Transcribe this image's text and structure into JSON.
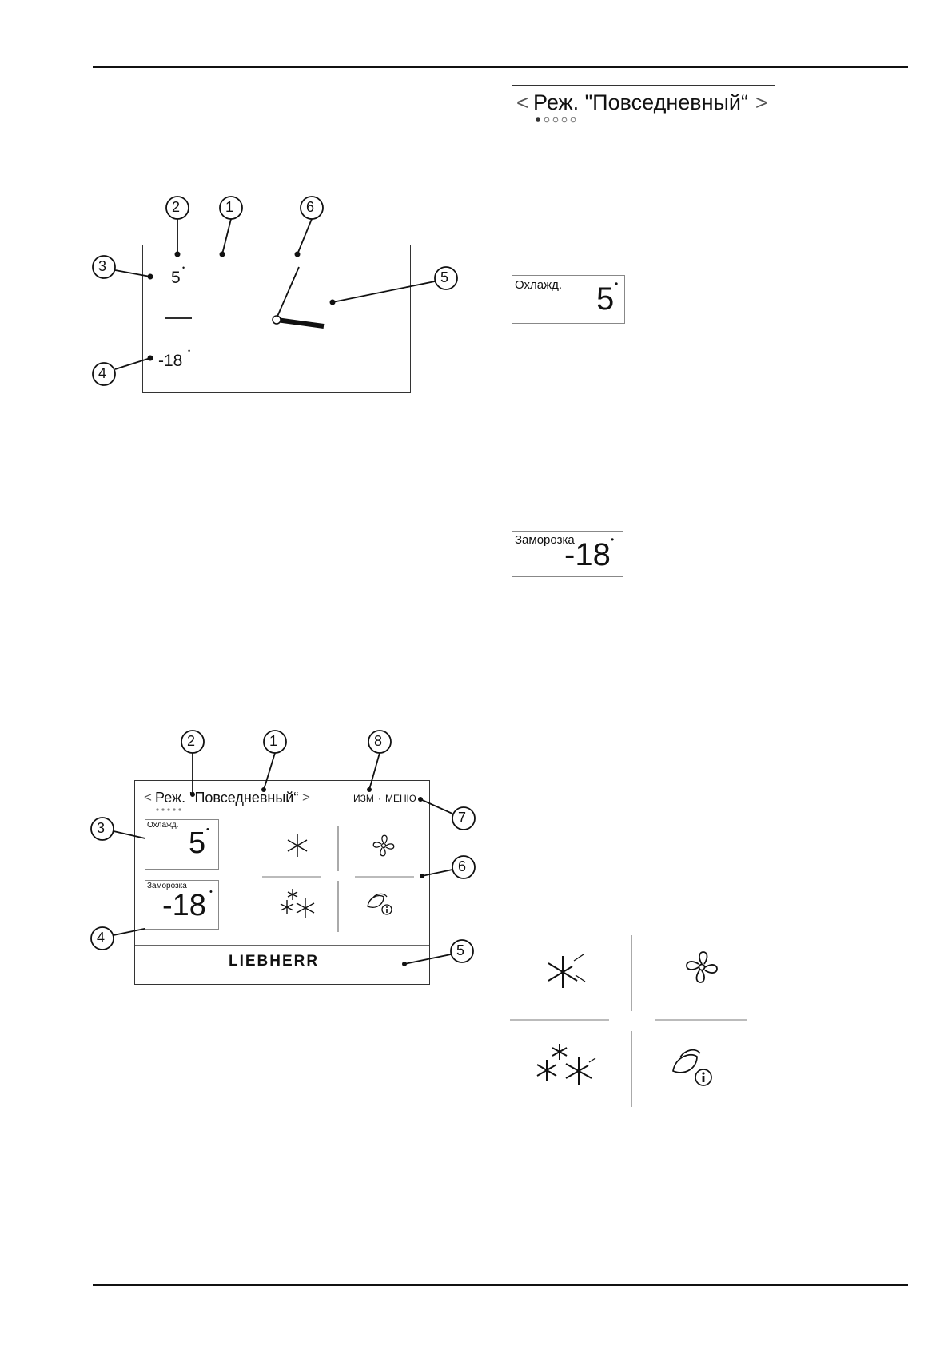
{
  "fig_callouts_top": [
    "2",
    "1",
    "6",
    "3",
    "5",
    "4"
  ],
  "fig_top": {
    "cool_temp": "5",
    "freeze_temp": "-18",
    "deg": "•"
  },
  "mode_box": {
    "label": "Реж. \"Повседневный“",
    "left": "<",
    "right": ">"
  },
  "cool_box": {
    "label": "Охлажд.",
    "value": "5",
    "deg": "•"
  },
  "freeze_box": {
    "label": "Заморозка",
    "value": "-18",
    "deg": "•"
  },
  "fig_bottom": {
    "callouts": [
      "2",
      "1",
      "8",
      "3",
      "7",
      "6",
      "4",
      "5"
    ],
    "mode_label": "Реж. \"Повседневный“",
    "left": "<",
    "right": ">",
    "edit": "ИЗМ",
    "sep": "·",
    "menu": "МЕНЮ",
    "cool_label": "Охлажд.",
    "cool_value": "5",
    "freeze_label": "Заморозка",
    "freeze_value": "-18",
    "brand": "LIEBHERR",
    "deg": "•"
  },
  "icons": [
    "supercool-icon",
    "fan-icon",
    "superfrost-icon",
    "eco-info-icon"
  ]
}
